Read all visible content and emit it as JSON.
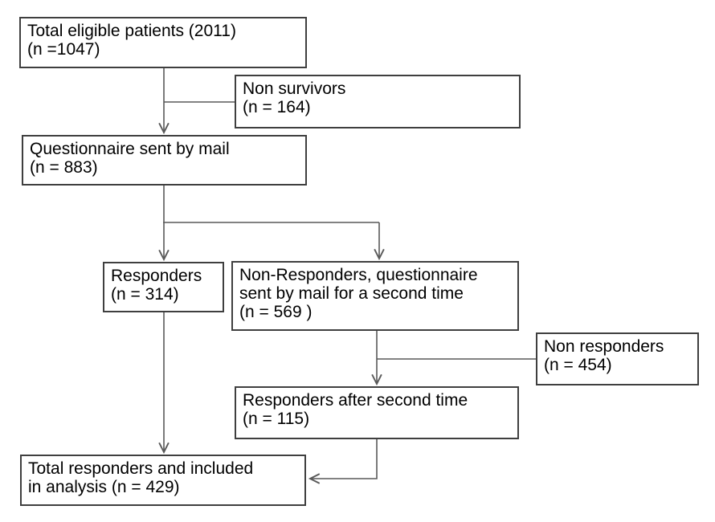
{
  "diagram": {
    "type": "flowchart",
    "boxes": {
      "total_eligible": {
        "lines": [
          "Total eligible patients (2011)",
          "(n =1047)"
        ]
      },
      "non_survivors": {
        "lines": [
          "Non survivors",
          "(n = 164)"
        ]
      },
      "questionnaire_mail": {
        "lines": [
          "Questionnaire sent by mail",
          "(n = 883)"
        ]
      },
      "responders_first": {
        "lines": [
          "Responders",
          "(n = 314)"
        ]
      },
      "non_responders_second_mail": {
        "lines": [
          "Non-Responders, questionnaire",
          "sent by mail for a second time",
          "(n = 569 )"
        ]
      },
      "non_responders_final": {
        "lines": [
          "Non responders",
          "(n = 454)"
        ]
      },
      "responders_second": {
        "lines": [
          "Responders after second time",
          "(n = 115)"
        ]
      },
      "total_responders": {
        "lines": [
          "Total responders and included",
          "in analysis (n = 429)"
        ]
      }
    },
    "colors": {
      "box_border": "#3f3f3f",
      "connector_line": "#595959",
      "text": "#000000",
      "background": "#ffffff"
    }
  }
}
